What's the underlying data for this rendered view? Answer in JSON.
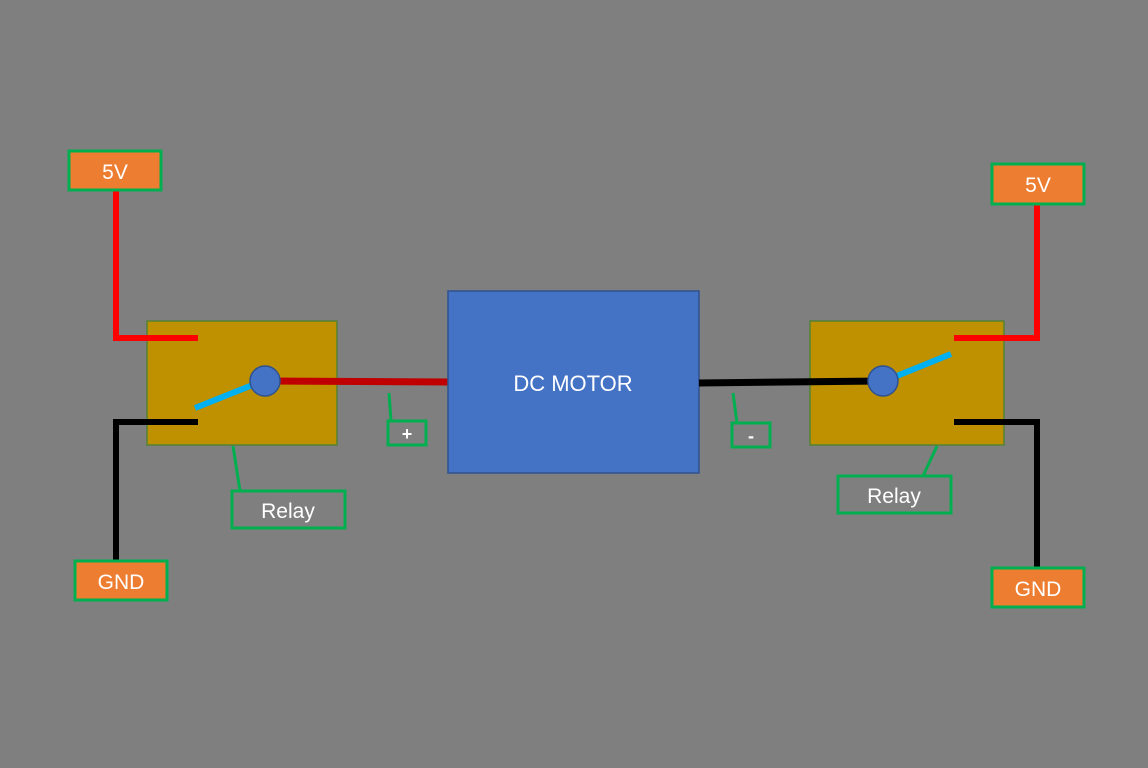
{
  "diagram": {
    "motor": {
      "label": "DC MOTOR"
    },
    "left": {
      "supply_label": "5V",
      "ground_label": "GND",
      "relay_label": "Relay",
      "terminal_label": "+"
    },
    "right": {
      "supply_label": "5V",
      "ground_label": "GND",
      "relay_label": "Relay",
      "terminal_label": "-"
    }
  },
  "colors": {
    "background": "#7f7f7f",
    "relay_fill": "#bf9000",
    "relay_border": "#548235",
    "motor_fill": "#4472c4",
    "motor_border": "#2f528f",
    "label_fill": "#ed7d31",
    "label_border": "#00b050",
    "callout_fill": "#7f7f7f",
    "wire_power": "#ff0000",
    "wire_power_dark": "#c00000",
    "wire_ground": "#000000",
    "switch_arm": "#00b0f0",
    "switch_pivot": "#4472c4"
  }
}
